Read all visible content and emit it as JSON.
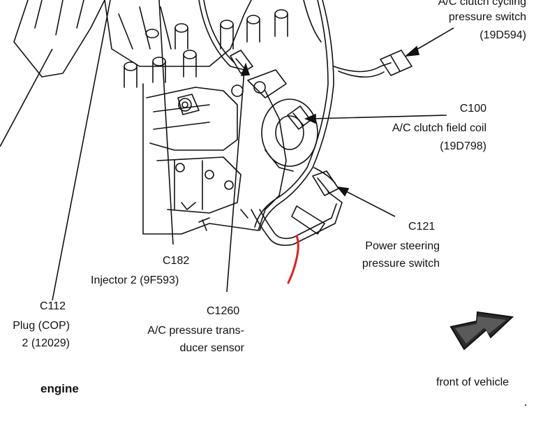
{
  "callouts": {
    "ac_cycling_switch": {
      "line1": "A/C clutch cycling",
      "line2": "pressure switch",
      "line3": "(19D594)"
    },
    "c100": {
      "id": "C100",
      "line1": "A/C clutch field coil",
      "line2": "(19D798)"
    },
    "c121": {
      "id": "C121",
      "line1": "Power steering",
      "line2": "pressure switch"
    },
    "c182": {
      "id": "C182",
      "line1": "Injector 2 (9F593)"
    },
    "c1260": {
      "id": "C1260",
      "line1": "A/C pressure trans-",
      "line2": "ducer sensor"
    },
    "c112": {
      "id": "C112",
      "line1": "Plug (COP)",
      "line2": "2 (12029)"
    }
  },
  "engine_label": "engine",
  "front_label": "front of vehicle",
  "colors": {
    "ink": "#111111",
    "annotation": "#e0201c"
  },
  "icons": {
    "direction_arrow": "front-direction-arrow-icon"
  }
}
